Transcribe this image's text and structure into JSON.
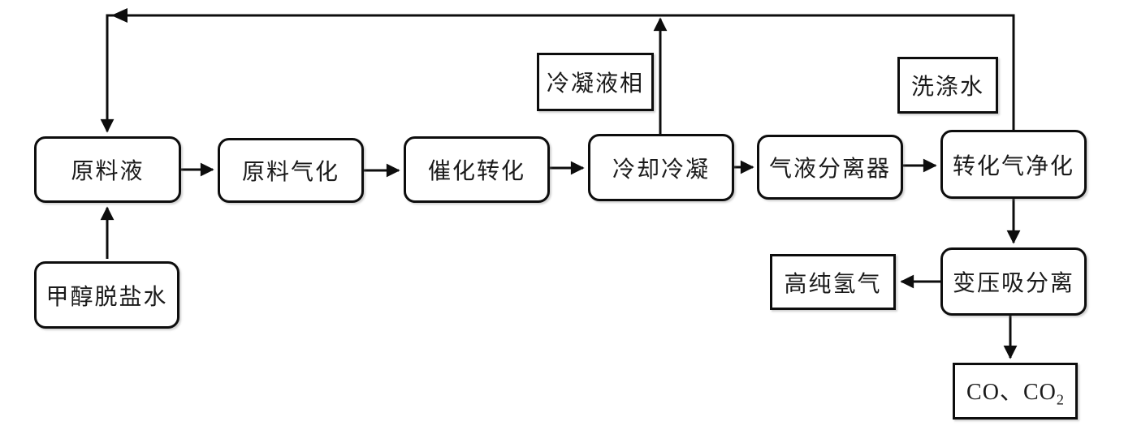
{
  "diagram": {
    "type": "process-flowchart",
    "colors": {
      "line": "#0d0d0d",
      "box_border": "#0d0d0d",
      "box_fill": "#ffffff",
      "background": "#ffffff",
      "text": "#1a1a1a"
    },
    "nodes": {
      "raw_liquid": "原料液",
      "methanol_demin_water": "甲醇脱盐水",
      "feed_gasification": "原料气化",
      "catalytic_conversion": "催化转化",
      "cooling_condensation": "冷却冷凝",
      "gas_liquid_separator": "气液分离器",
      "reformed_gas_purification": "转化气净化",
      "pressure_swing_separation": "变压吸分离",
      "condensate_liquid_phase": "冷凝液相",
      "washing_water": "洗涤水",
      "high_purity_hydrogen": "高纯氢气",
      "co_co2_main": "CO、CO",
      "co_co2_subscript": "2"
    },
    "flows": [
      "原料液 → 原料气化",
      "原料气化 → 催化转化",
      "催化转化 → 冷却冷凝",
      "冷却冷凝 → 气液分离器",
      "气液分离器 → 转化气净化",
      "转化气净化 → 变压吸分离",
      "变压吸分离 → 高纯氢气",
      "变压吸分离 → CO、CO2",
      "甲醇脱盐水 → 原料液",
      "冷却冷凝 → 顶部回流线(冷凝液相) → 原料液",
      "转化气净化 → 顶部回流线(洗涤水) → 原料液"
    ]
  }
}
